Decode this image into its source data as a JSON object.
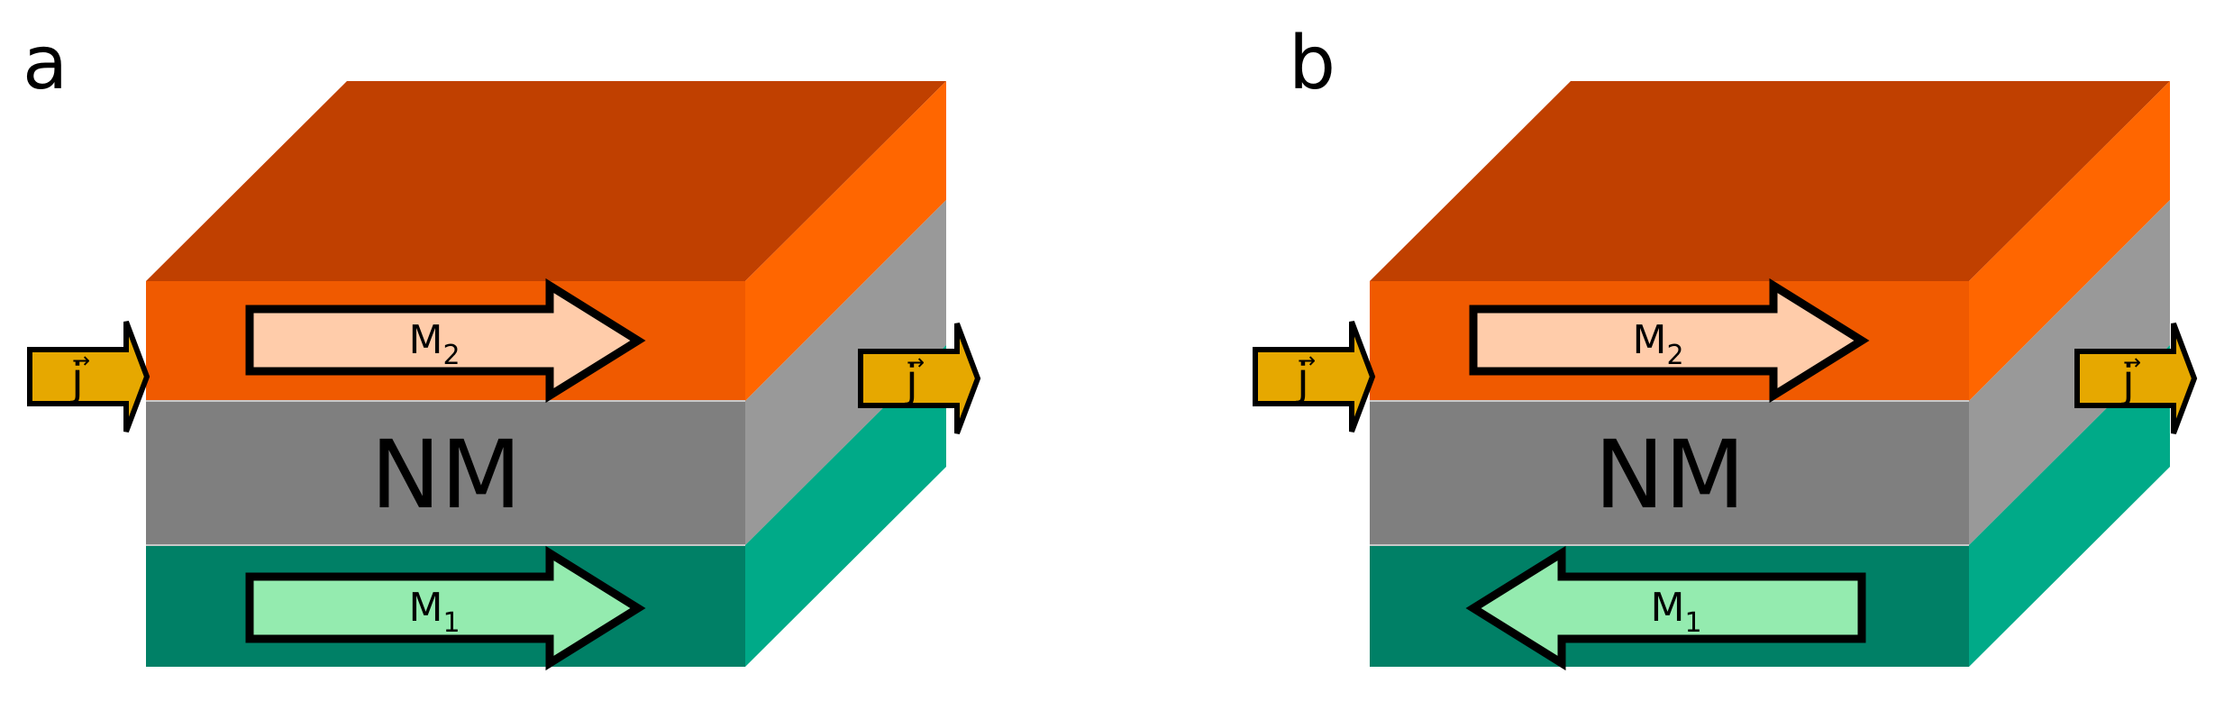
{
  "panels": [
    {
      "label": "a",
      "spacer": "NM",
      "top_layer": {
        "symbol": "M",
        "subscript": "2",
        "direction": "right"
      },
      "bottom_layer": {
        "symbol": "M",
        "subscript": "1",
        "direction": "right"
      },
      "current": "j"
    },
    {
      "label": "b",
      "spacer": "NM",
      "top_layer": {
        "symbol": "M",
        "subscript": "2",
        "direction": "right"
      },
      "bottom_layer": {
        "symbol": "M",
        "subscript": "1",
        "direction": "left"
      },
      "current": "j"
    }
  ],
  "colors": {
    "orange_top": "#C04000",
    "orange_front": "#F05A00",
    "orange_side": "#FF6600",
    "grey_front": "#7F7F7F",
    "grey_side": "#999999",
    "green_front": "#008066",
    "green_side": "#00AA88",
    "m2_fill": "#FFCCAA",
    "m1_fill": "#94EBAF",
    "j_fill": "#E6A800"
  }
}
